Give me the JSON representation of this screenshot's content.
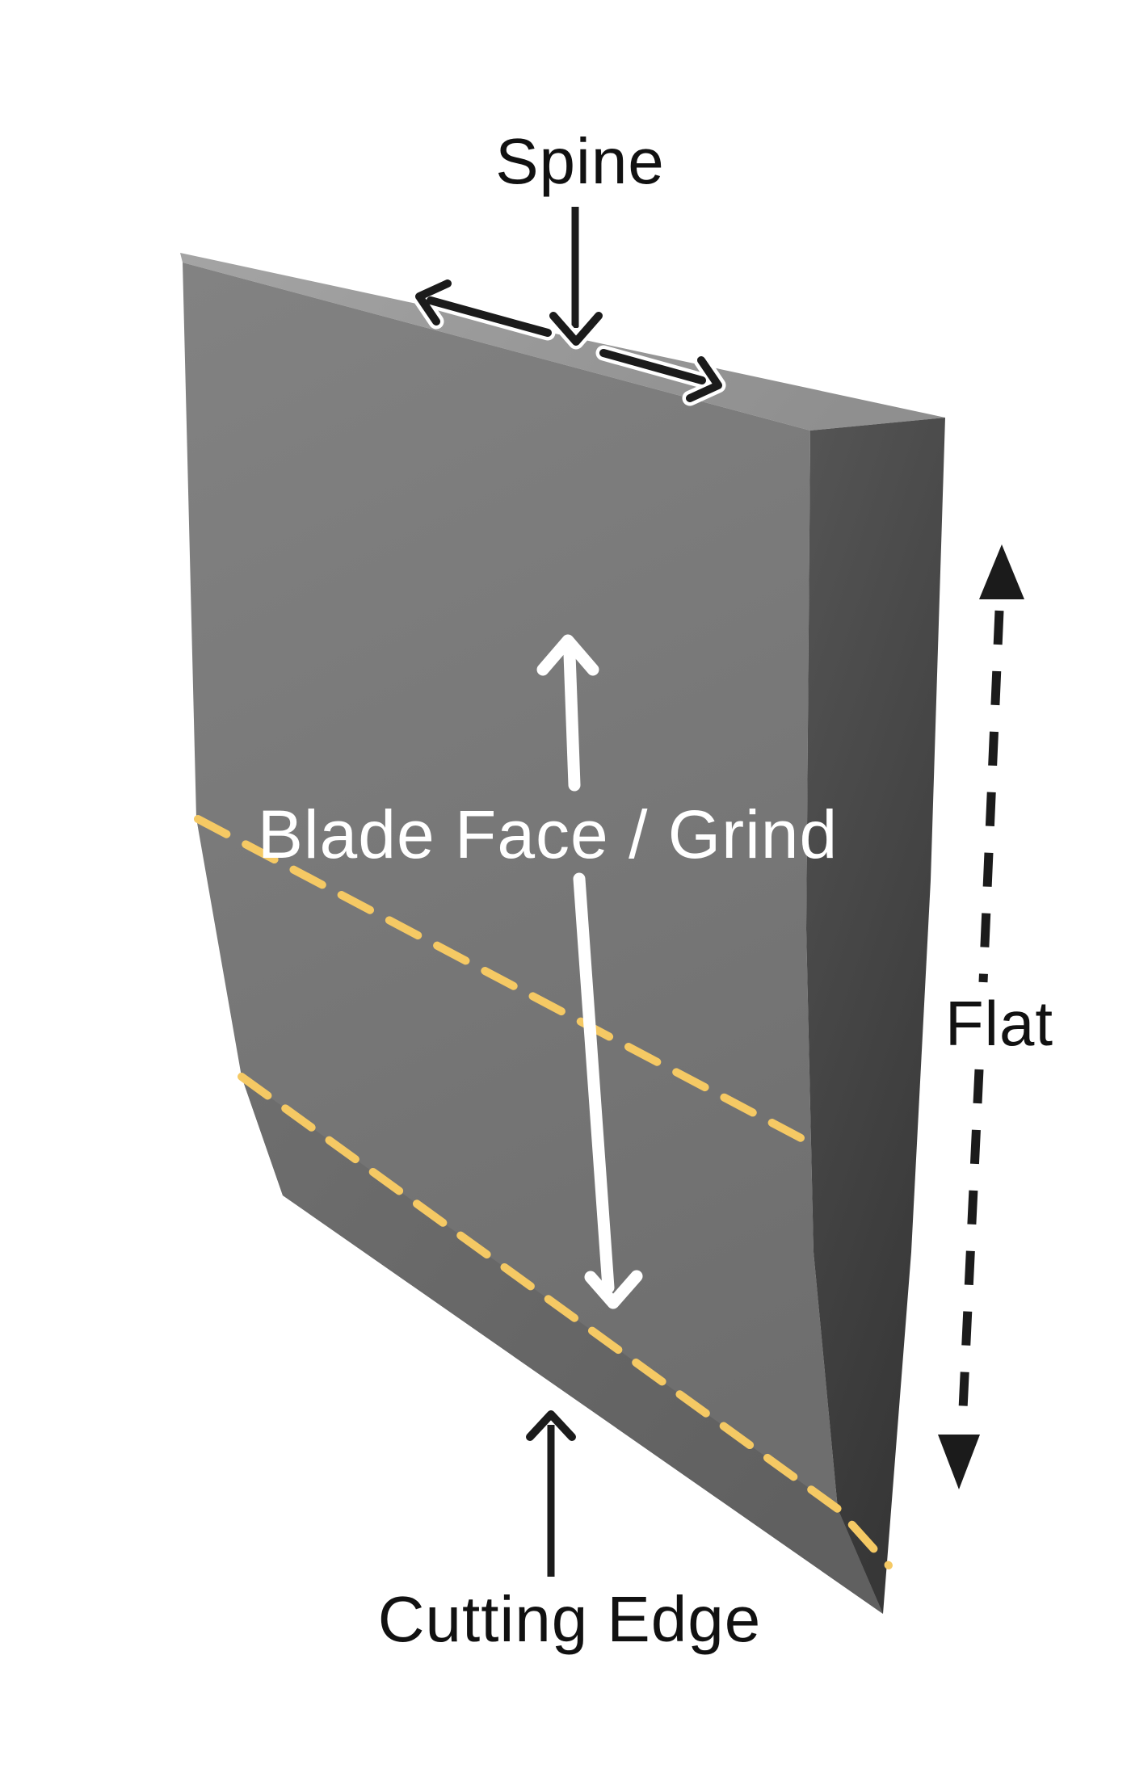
{
  "title": "Knife blade anatomy diagram",
  "labels": {
    "spine": "Spine",
    "blade_face": "Blade Face / Grind",
    "flat": "Flat",
    "cutting_edge": "Cutting Edge"
  },
  "colors": {
    "background": "#ffffff",
    "spine_top_face": "#9c9c9c",
    "front_face": "#7a7a7a",
    "edge_bevel": "#686868",
    "right_side_face": "#454545",
    "grind_line_yellow": "#f5c964",
    "arrow_black": "#1b1b1b",
    "arrow_white": "#ffffff",
    "label_black": "#111111",
    "label_white": "#ffffff"
  }
}
